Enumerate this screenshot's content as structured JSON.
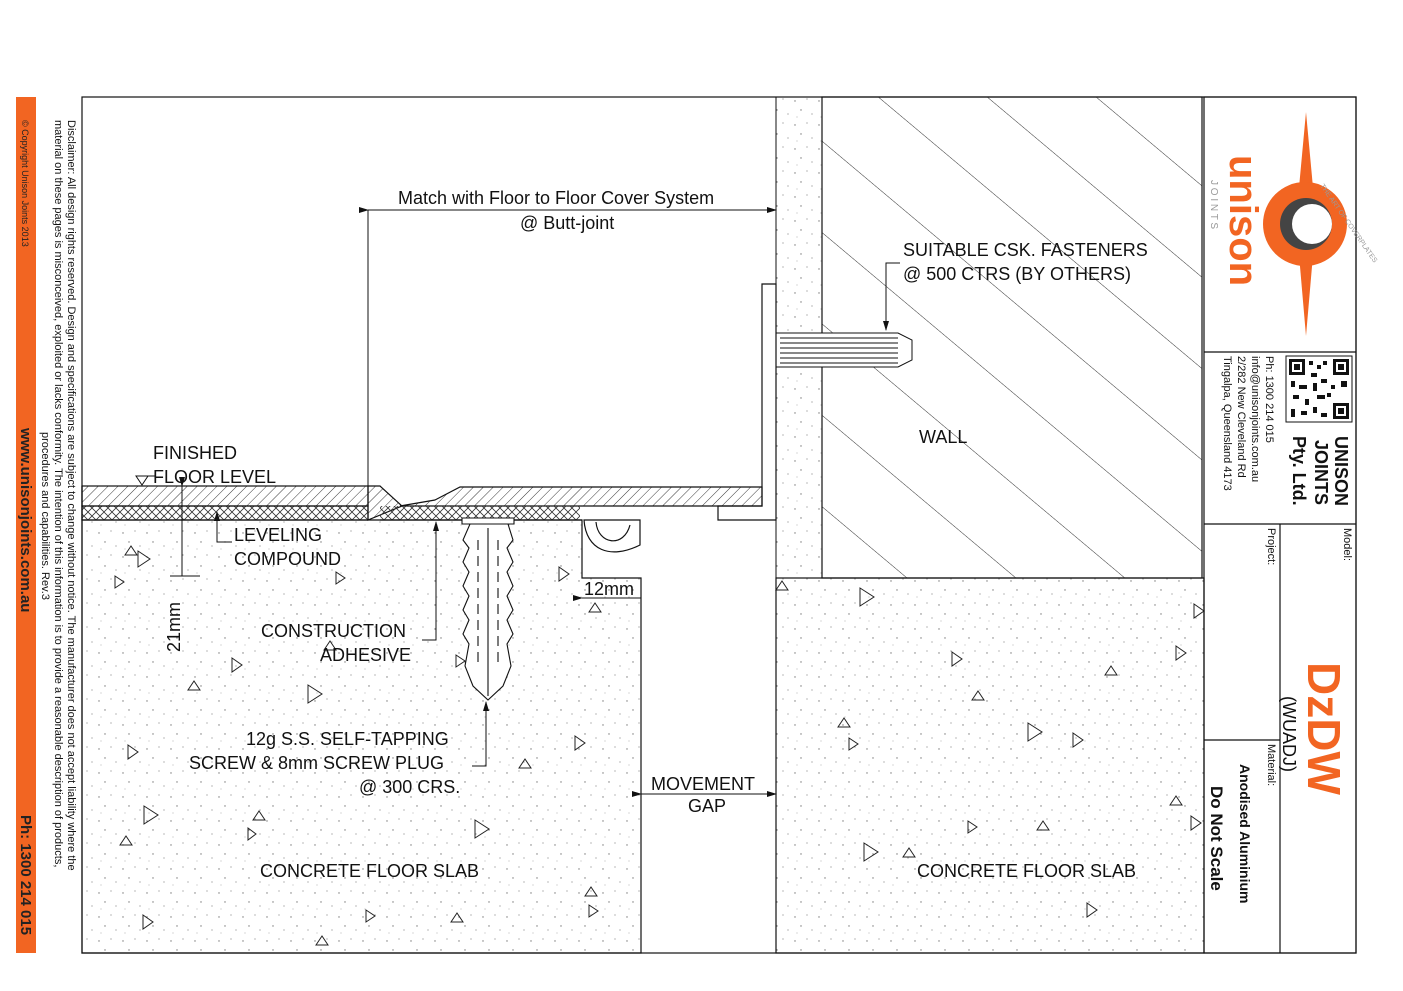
{
  "colors": {
    "brand": "#f26522",
    "line": "#111111"
  },
  "left_strip": {
    "copyright": "© Copyright Unison Joints 2013",
    "website": "www.unisonjoints.com.au",
    "phone": "Ph: 1300 214 015"
  },
  "disclaimer": {
    "line1": "Disclaimer: All design rights reserved. Design and specifications are subject to change without notice. The manufacturer does not accept liability where the",
    "line2": "material on these pages is misconceived, exploited or lacks conformity. The intention of this information is to provide a reasonable description of products,",
    "line3": "procedures and capabilities. Rev.3"
  },
  "annotations": {
    "match_line1": "Match with Floor to Floor Cover System",
    "match_line2": "@ Butt-joint",
    "fasteners_line1": "SUITABLE CSK. FASTENERS",
    "fasteners_line2": "@ 500 CTRS (BY OTHERS)",
    "wall": "WALL",
    "finished_line1": "FINISHED",
    "finished_line2": "FLOOR LEVEL",
    "leveling_line1": "LEVELING",
    "leveling_line2": "COMPOUND",
    "dim_21": "21mm",
    "dim_12": "12mm",
    "adhesive_line1": "CONSTRUCTION",
    "adhesive_line2": "ADHESIVE",
    "screw_line1": "12g S.S. SELF-TAPPING",
    "screw_line2": "SCREW & 8mm SCREW PLUG",
    "screw_line3": "@ 300 CRS.",
    "movement_line1": "MOVEMENT",
    "movement_line2": "GAP",
    "slab_left": "CONCRETE FLOOR SLAB",
    "slab_right": "CONCRETE FLOOR SLAB"
  },
  "title_block": {
    "logo_text": "unison",
    "logo_sub": "J O I N T S",
    "logo_tagline": "THE ART OF COVERPLATES",
    "company_line1": "UNISON",
    "company_line2": "JOINTS",
    "company_line3": "Pty. Ltd.",
    "phone": "Ph: 1300 214 015",
    "email": "info@unisonjoints.com.au",
    "address1": "2/282 New Cleveland Rd",
    "address2": "Tingalpa, Queensland 4173",
    "model_label": "Model:",
    "model_value": "DzDW",
    "model_code": "(WUADJ)",
    "project_label": "Project:",
    "material_label": "Material:",
    "material_value": "Anodised Aluminium",
    "scale_note": "Do Not Scale"
  }
}
